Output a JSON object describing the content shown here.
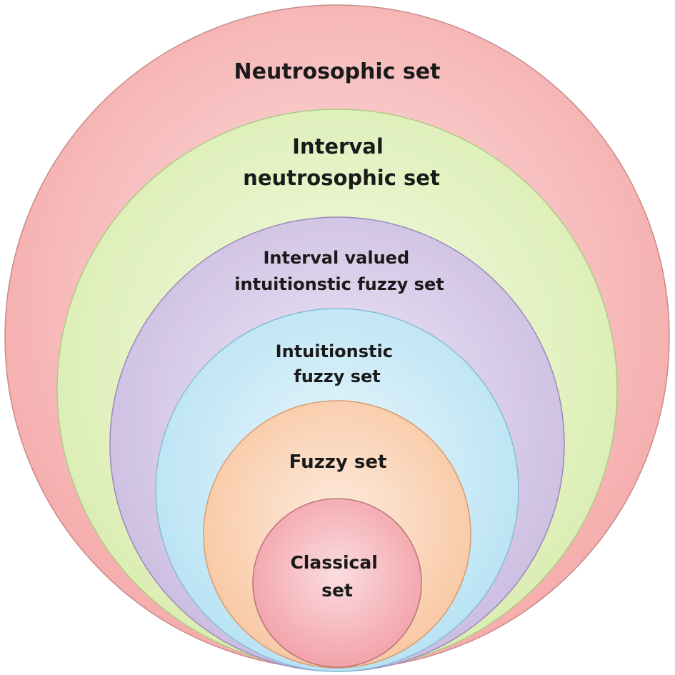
{
  "diagram": {
    "sets": [
      {
        "lines": [
          "Neutrosophic set"
        ],
        "fill": "#f7b6b6",
        "stroke": "#c98a8a"
      },
      {
        "lines": [
          "Interval",
          "neutrosophic set"
        ],
        "fill": "#e9f6c8",
        "stroke": "#aeca85"
      },
      {
        "lines": [
          "Interval valued",
          "intuitionstic fuzzy set"
        ],
        "fill": "#dcd2ec",
        "stroke": "#9c88bd"
      },
      {
        "lines": [
          "Intuitionstic",
          "fuzzy set"
        ],
        "fill": "#cdecf8",
        "stroke": "#86bcd6"
      },
      {
        "lines": [
          "Fuzzy set"
        ],
        "fill": "#fbd7bd",
        "stroke": "#d89b6e"
      },
      {
        "lines": [
          "Classical",
          "set"
        ],
        "fill": "#f5b4b8",
        "stroke": "#b8747a"
      }
    ]
  }
}
